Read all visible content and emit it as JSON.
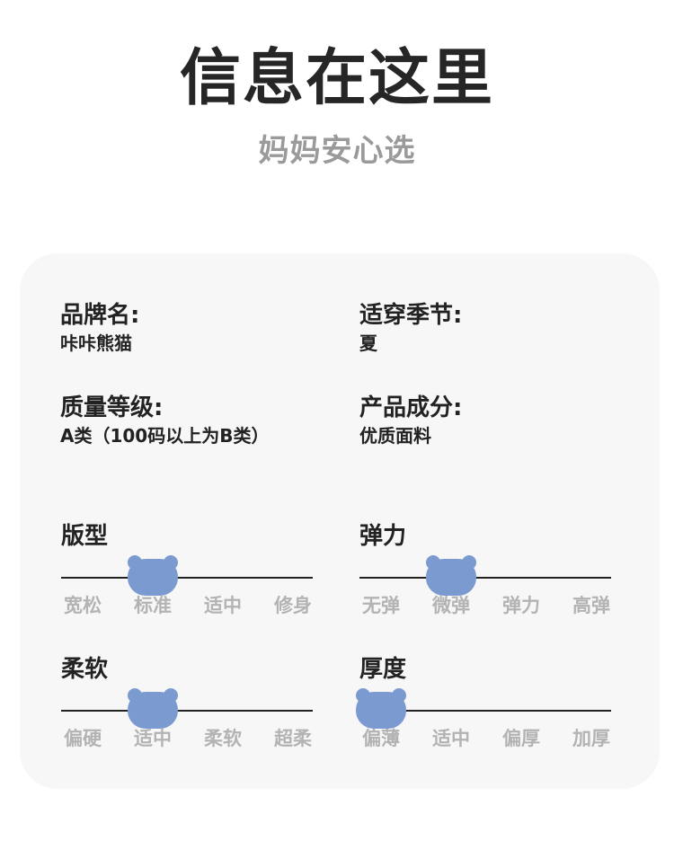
{
  "header": {
    "title": "信息在这里",
    "subtitle": "妈妈安心选"
  },
  "info": {
    "brand": {
      "label": "品牌名:",
      "value": "咔咔熊猫"
    },
    "season": {
      "label": "适穿季节:",
      "value": "夏"
    },
    "grade": {
      "label": "质量等级:",
      "value": "A类（100码以上为B类）"
    },
    "composition": {
      "label": "产品成分:",
      "value": "优质面料"
    }
  },
  "scales": {
    "fit": {
      "title": "版型",
      "options": [
        "宽松",
        "标准",
        "适中",
        "修身"
      ],
      "selected_index": 1
    },
    "elasticity": {
      "title": "弹力",
      "options": [
        "无弹",
        "微弹",
        "弹力",
        "高弹"
      ],
      "selected_index": 1
    },
    "softness": {
      "title": "柔软",
      "options": [
        "偏硬",
        "适中",
        "柔软",
        "超柔"
      ],
      "selected_index": 1
    },
    "thickness": {
      "title": "厚度",
      "options": [
        "偏薄",
        "适中",
        "偏厚",
        "加厚"
      ],
      "selected_index": 0
    }
  },
  "colors": {
    "indicator": "#7b9bd0",
    "card_background": "#f7f7f7",
    "option_text": "#b3b3b3"
  },
  "icons": {
    "indicator": "bear-head-icon"
  }
}
